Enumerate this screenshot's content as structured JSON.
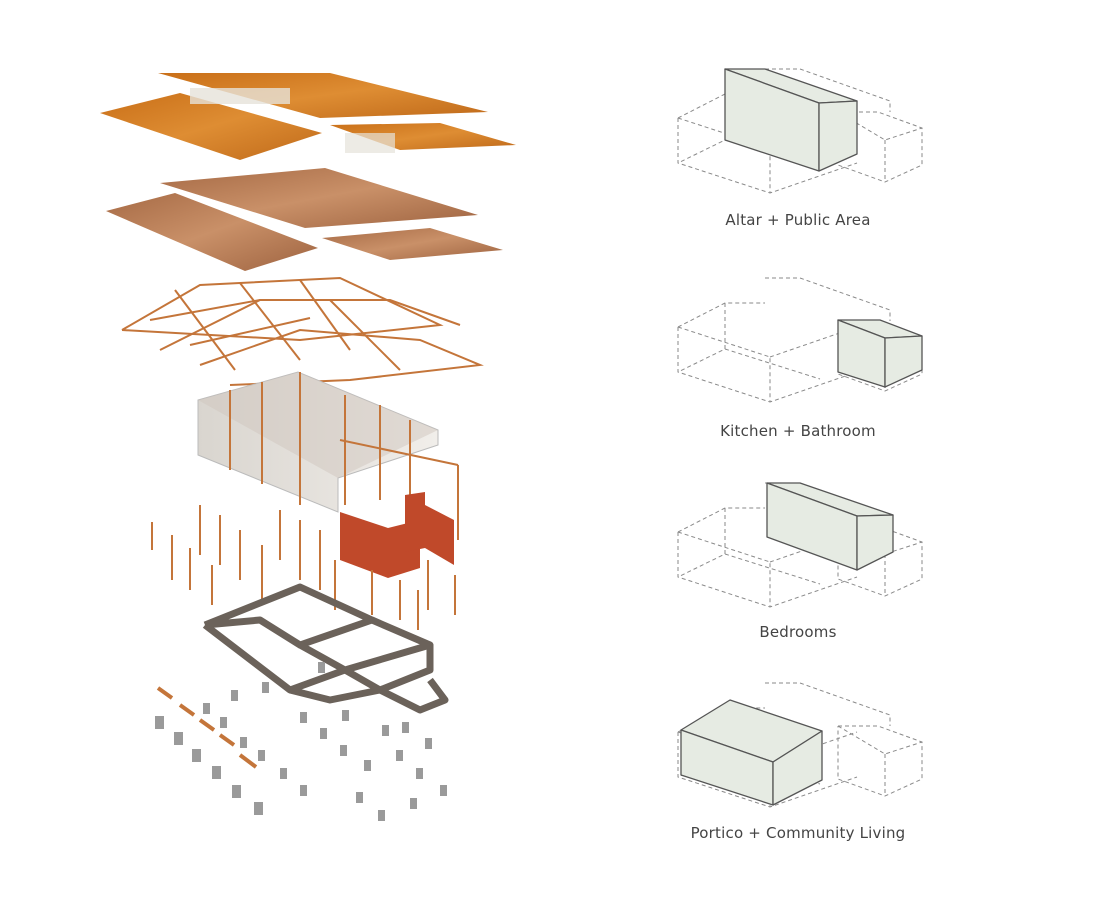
{
  "title": "Exploded axonometric and program zoning diagrams",
  "axonometric_layers": [
    "roof-panels",
    "ceiling-panels",
    "roof-trusses",
    "walls",
    "perforated-brick-panels",
    "posts",
    "stone-foundation",
    "concrete-piers"
  ],
  "program_diagrams": [
    {
      "label": "Altar + Public Area"
    },
    {
      "label": "Kitchen + Bathroom"
    },
    {
      "label": "Bedrooms"
    },
    {
      "label": "Portico + Community Living"
    }
  ],
  "colors": {
    "highlight_fill": "#e6ebe3",
    "outline": "#555555",
    "dashed": "#8a8a8a",
    "roof": "#d07a20",
    "ceiling": "#b7784a",
    "timber": "#c4753a",
    "wall": "#e9e6e1",
    "brick_panel": "#c0492a",
    "stone": "#6b625a",
    "pier": "#9a9a9a",
    "label_text": "#444444"
  }
}
